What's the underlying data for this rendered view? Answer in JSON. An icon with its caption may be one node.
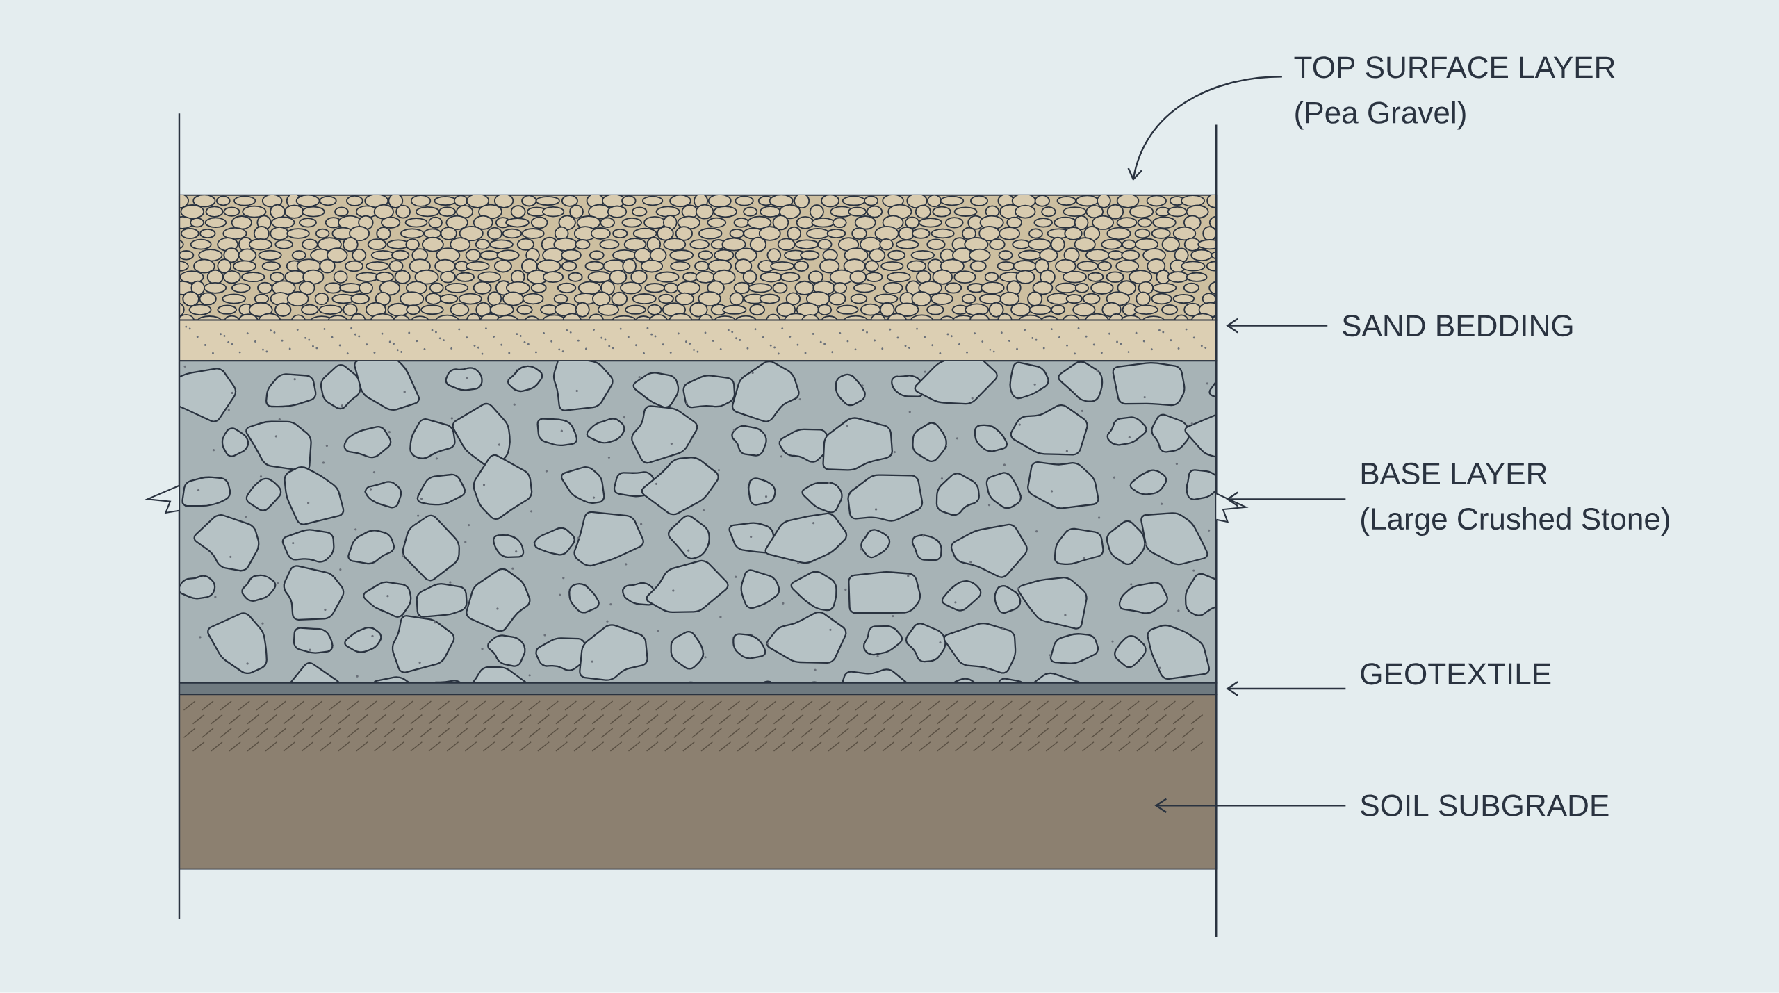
{
  "diagram": {
    "nodes": [
      {
        "text": [
          "TOP SURFACE LAYER",
          "(Pea Gravel)"
        ]
      },
      {
        "text": [],
        "shape": "box"
      },
      {
        "text": [
          "SAND BEDDING"
        ]
      },
      {
        "text": [],
        "shape": "box"
      },
      {
        "text": [
          "BASE LAYER",
          "(Large Crushed Stone)"
        ]
      },
      {
        "text": [],
        "shape": "box"
      },
      {
        "text": [
          "GEOTEXTILE"
        ]
      },
      {
        "text": [],
        "shape": "box"
      },
      {
        "text": [
          "SOIL SUBGRADE"
        ]
      },
      {
        "text": [],
        "shape": "box"
      }
    ],
    "edges": [
      {
        "from": 0,
        "to": 1,
        "arrow": "to"
      },
      {
        "from": 2,
        "to": 3,
        "arrow": "to"
      },
      {
        "from": 4,
        "to": 5,
        "arrow": "to"
      },
      {
        "from": 6,
        "to": 7,
        "arrow": "to"
      },
      {
        "from": 8,
        "to": 9,
        "arrow": "to"
      }
    ]
  }
}
